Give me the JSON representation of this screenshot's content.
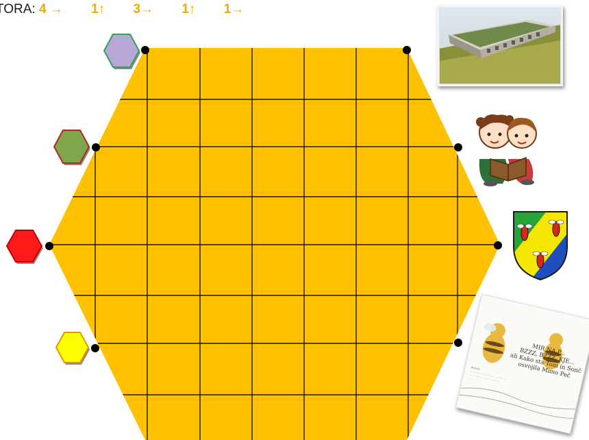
{
  "header": {
    "prefix": "TORA:",
    "moves": [
      "4 →",
      "1↑",
      "3→",
      "1↑",
      "1→"
    ]
  },
  "board": {
    "fill_color": "#ffc000",
    "grid_color": "#1a1a1a",
    "dot_color": "#000000",
    "columns": 8,
    "rows": 8
  },
  "tokens": [
    {
      "name": "lilac-hexagon-token",
      "fill": "#b7a7d6",
      "stroke": "#2ea44f"
    },
    {
      "name": "green-hexagon-token",
      "fill": "#7fa64a",
      "stroke": "#b3261e"
    },
    {
      "name": "red-hexagon-token",
      "fill": "#ff1a1a",
      "stroke": "#c00000"
    },
    {
      "name": "yellow-hexagon-token",
      "fill": "#ffff00",
      "stroke": "#e69500"
    }
  ],
  "pictures": {
    "school_building": "school-building-photo",
    "children_reading": "children-reading-book-icon",
    "coat_of_arms": "coat-of-arms-bees-icon",
    "book_cover": "book-cover-card"
  },
  "book_cover": {
    "title": "MIR NA P...\nBZZZ, BZZZ, KJE...\nali Kako sta Toni in Sonč\nosvojila Mimo Peč",
    "subtitle": "Avtorji:\n... ... ... ... ... ... ... ... ... ... ...\n... ... ... ... ... ... ... ... ..."
  }
}
